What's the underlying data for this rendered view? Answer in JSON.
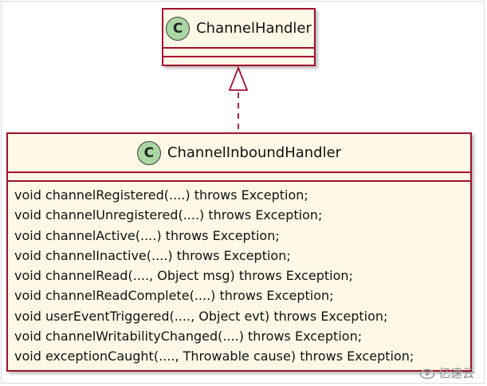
{
  "parent_class": {
    "stereotype_icon": "C",
    "name": "ChannelHandler"
  },
  "child_class": {
    "stereotype_icon": "C",
    "name": "ChannelInboundHandler",
    "methods": [
      "void channelRegistered(....) throws Exception;",
      "void channelUnregistered(....) throws Exception;",
      "void channelActive(....) throws Exception;",
      "void channelInactive(....) throws Exception;",
      "void channelRead(...., Object msg) throws Exception;",
      "void channelReadComplete(....) throws Exception;",
      "void userEventTriggered(...., Object evt) throws Exception;",
      "void channelWritabilityChanged(....) throws Exception;",
      "void exceptionCaught(...., Throwable cause) throws Exception;"
    ]
  },
  "relationship": {
    "type": "realization",
    "icon": "hollow-triangle-arrow-dashed"
  },
  "watermark": {
    "icon": "yisu-cloud-logo-icon",
    "text": "亿速云"
  },
  "colors": {
    "border": "#a3102e",
    "class_fill": "#fef9e7",
    "icon_fill": "#a9d6a2"
  }
}
